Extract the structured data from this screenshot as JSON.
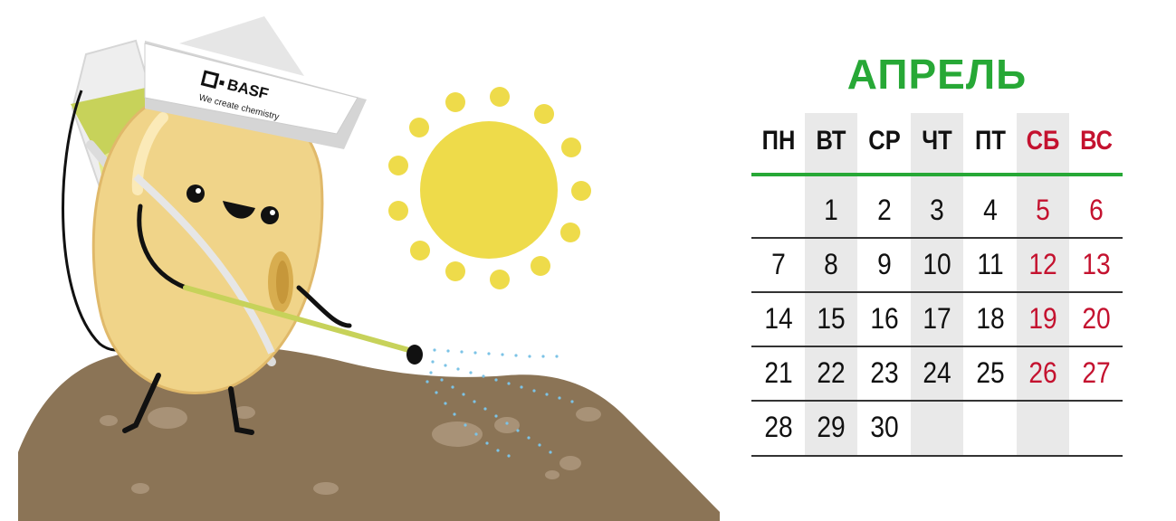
{
  "brand": {
    "logo_text": "BASF",
    "tagline": "We create chemistry"
  },
  "calendar": {
    "month": "АПРЕЛЬ",
    "weekdays": [
      "ПН",
      "ВТ",
      "СР",
      "ЧТ",
      "ПТ",
      "СБ",
      "ВС"
    ],
    "weekend_indices": [
      5,
      6
    ],
    "shaded_columns": [
      1,
      3,
      5
    ],
    "weeks": [
      [
        "",
        "1",
        "2",
        "3",
        "4",
        "5",
        "6"
      ],
      [
        "7",
        "8",
        "9",
        "10",
        "11",
        "12",
        "13"
      ],
      [
        "14",
        "15",
        "16",
        "17",
        "18",
        "19",
        "20"
      ],
      [
        "21",
        "22",
        "23",
        "24",
        "25",
        "26",
        "27"
      ],
      [
        "28",
        "29",
        "30",
        "",
        "",
        "",
        ""
      ]
    ]
  },
  "colors": {
    "title_green": "#27a836",
    "weekend_red": "#c4122f",
    "shade_gray": "#e9e9e9",
    "sun_yellow": "#eedb4a",
    "soil_brown": "#8b7456",
    "seed_body": "#f0d489"
  }
}
